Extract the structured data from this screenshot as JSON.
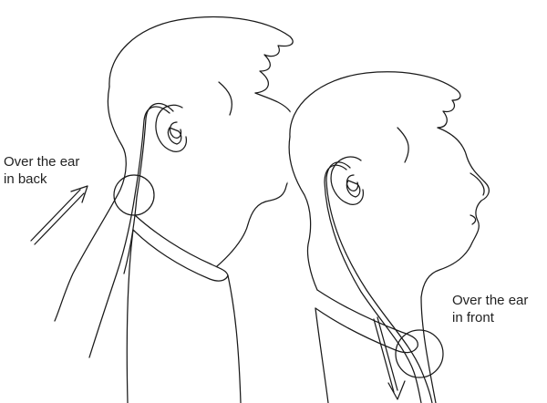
{
  "labels": {
    "back": {
      "line1": "Over the ear",
      "line2": "in back"
    },
    "front": {
      "line1": "Over the ear",
      "line2": "in front"
    }
  },
  "colors": {
    "ink": "#1a1a1a",
    "background": "#ffffff",
    "text": "#222222"
  }
}
